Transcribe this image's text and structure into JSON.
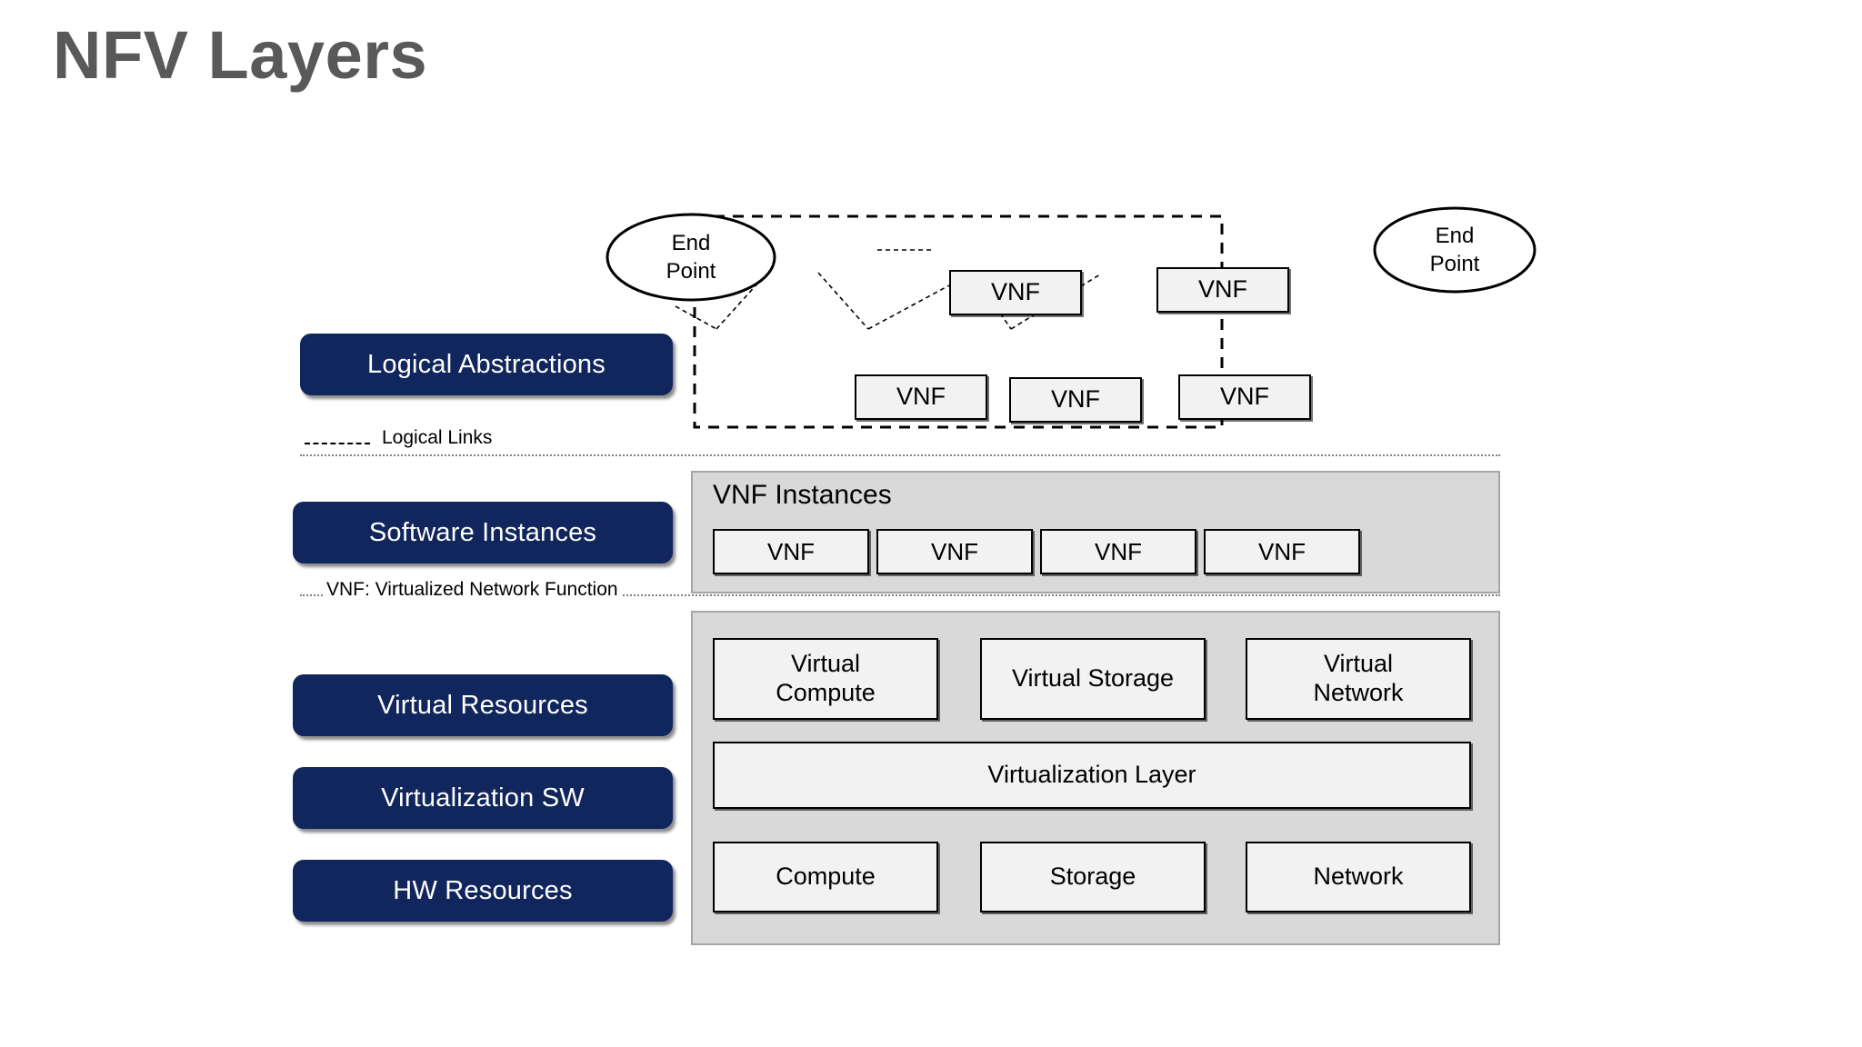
{
  "title": "NFV Layers",
  "layer_labels": [
    {
      "key": "logical_abstractions",
      "label": "Logical Abstractions"
    },
    {
      "key": "software_instances",
      "label": "Software Instances"
    },
    {
      "key": "virtual_resources",
      "label": "Virtual Resources"
    },
    {
      "key": "virtualization_sw",
      "label": "Virtualization SW"
    },
    {
      "key": "hw_resources",
      "label": "HW Resources"
    }
  ],
  "legend": {
    "logical_links": "Logical Links",
    "vnf_abbrev": "VNF: Virtualized Network Function"
  },
  "network_diagram": {
    "endpoint_left_line1": "End",
    "endpoint_left_line2": "Point",
    "endpoint_right_line1": "End",
    "endpoint_right_line2": "Point",
    "vnf_top_left": "VNF",
    "vnf_top_right": "VNF",
    "vnf_bottom_left": "VNF",
    "vnf_bottom_mid": "VNF",
    "vnf_bottom_right": "VNF"
  },
  "vnf_instances_panel": {
    "title": "VNF Instances",
    "boxes": [
      "VNF",
      "VNF",
      "VNF",
      "VNF"
    ]
  },
  "infrastructure_panel": {
    "virtual_compute": "Virtual\nCompute",
    "virtual_compute_line1": "Virtual",
    "virtual_compute_line2": "Compute",
    "virtual_storage": "Virtual Storage",
    "virtual_network_line1": "Virtual",
    "virtual_network_line2": "Network",
    "virtualization_layer": "Virtualization Layer",
    "compute": "Compute",
    "storage": "Storage",
    "network": "Network"
  },
  "colors": {
    "title_gray": "#595959",
    "pill_navy": "#11265c",
    "panel_gray": "#d9d9d9",
    "box_light": "#f2f2f2",
    "separator_gray": "#7f7f7f"
  }
}
